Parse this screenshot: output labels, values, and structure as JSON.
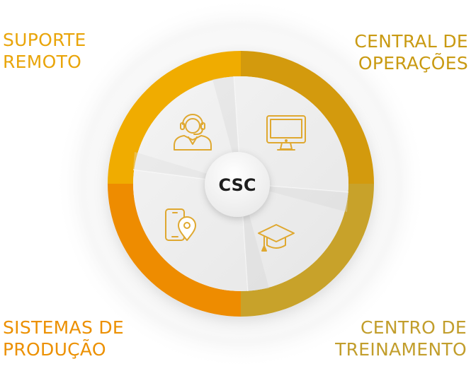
{
  "center": {
    "label": "CSC"
  },
  "segments": [
    {
      "id": "suporte-remoto",
      "lines": [
        "SUPORTE",
        "REMOTO"
      ],
      "icon": "headset-agent-icon",
      "color": "#f0ac00",
      "text_color": "#e9a50a"
    },
    {
      "id": "central-operacoes",
      "lines": [
        "CENTRAL DE",
        "OPERAÇÕES"
      ],
      "icon": "monitor-icon",
      "color": "#d39a0b",
      "text_color": "#c99a12"
    },
    {
      "id": "sistemas-producao",
      "lines": [
        "SISTEMAS DE",
        "PRODUÇÃO"
      ],
      "icon": "phone-location-icon",
      "color": "#ee8c00",
      "text_color": "#ec9000"
    },
    {
      "id": "centro-treinamento",
      "lines": [
        "CENTRO DE",
        "TREINAMENTO"
      ],
      "icon": "graduation-cap-icon",
      "color": "#c8a22a",
      "text_color": "#c29e2c"
    }
  ],
  "icon_color": "#dfa830"
}
